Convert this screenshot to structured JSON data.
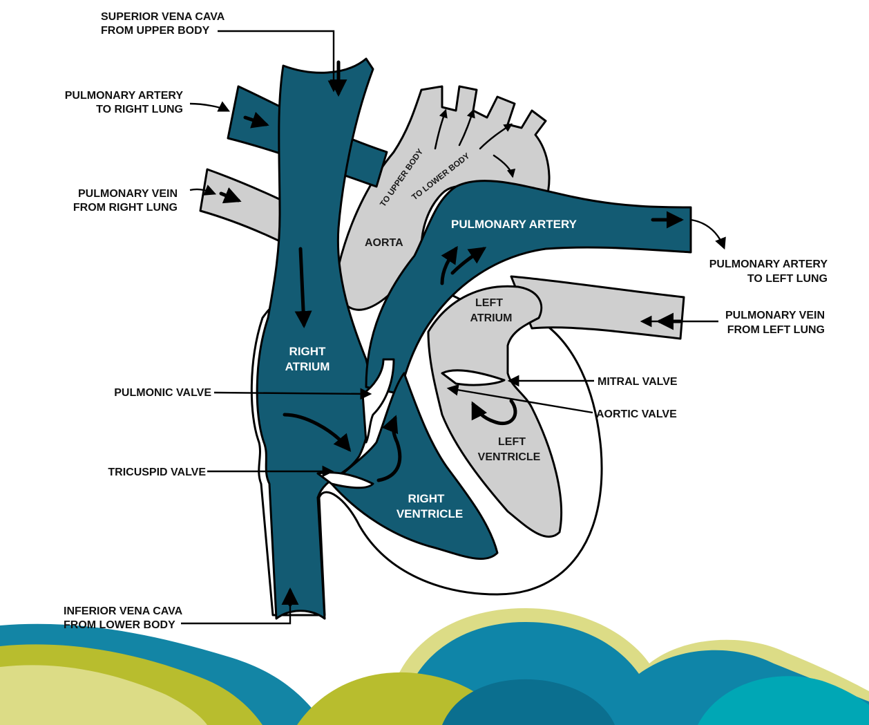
{
  "labels": {
    "superior_vena_cava_1": "SUPERIOR VENA CAVA",
    "superior_vena_cava_2": "FROM UPPER BODY",
    "pulmonary_artery_right_1": "PULMONARY ARTERY",
    "pulmonary_artery_right_2": "TO RIGHT LUNG",
    "pulmonary_vein_right_1": "PULMONARY VEIN",
    "pulmonary_vein_right_2": "FROM RIGHT LUNG",
    "pulmonary_artery_left_1": "PULMONARY ARTERY",
    "pulmonary_artery_left_2": "TO LEFT LUNG",
    "pulmonary_vein_left_1": "PULMONARY VEIN",
    "pulmonary_vein_left_2": "FROM LEFT LUNG",
    "mitral_valve": "MITRAL VALVE",
    "aortic_valve": "AORTIC VALVE",
    "pulmonic_valve": "PULMONIC VALVE",
    "tricuspid_valve": "TRICUSPID VALVE",
    "inferior_vena_cava_1": "INFERIOR VENA CAVA",
    "inferior_vena_cava_2": "FROM LOWER BODY"
  },
  "inner_labels": {
    "pulmonary_artery": "PULMONARY ARTERY",
    "aorta": "AORTA",
    "to_upper_body": "TO UPPER BODY",
    "to_lower_body": "TO LOWER BODY",
    "left_atrium_1": "LEFT",
    "left_atrium_2": "ATRIUM",
    "right_atrium_1": "RIGHT",
    "right_atrium_2": "ATRIUM",
    "left_ventricle_1": "LEFT",
    "left_ventricle_2": "VENTRICLE",
    "right_ventricle_1": "RIGHT",
    "right_ventricle_2": "VENTRICLE"
  },
  "colors": {
    "deoxygenated_blue": "#135b73",
    "oxygenated_gray": "#cfcfcf",
    "background": "#ffffff",
    "outline": "#000000",
    "wave_lime": "#b8bd2e",
    "wave_pale": "#dcdc86",
    "wave_blue": "#0f85a8",
    "wave_teal": "#00a7b5"
  }
}
